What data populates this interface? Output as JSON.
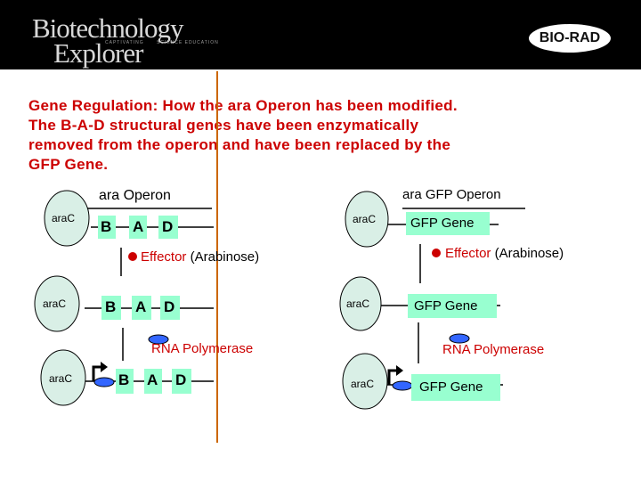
{
  "header": {
    "logo_line1": "Biotechnology",
    "logo_line2": "Explorer",
    "tagline1": "CAPTIVATING",
    "tagline2": "SCIENCE EDUCATION",
    "brand": "BIO-RAD",
    "bg_color": "#000000"
  },
  "title": {
    "line1": "Gene Regulation:  How the ara Operon has been modified.",
    "line2": "The B-A-D structural genes have been enzymatically",
    "line3": "removed from the operon and have been replaced by the",
    "line4": "GFP Gene.",
    "color": "#cc0000"
  },
  "left": {
    "heading": "ara Operon",
    "araC": "araC",
    "gene_b": "B",
    "gene_a": "A",
    "gene_d": "D",
    "effector_word": "Effector",
    "effector_paren": "(Arabinose)",
    "polymerase": "RNA Polymerase"
  },
  "right": {
    "heading": "ara GFP Operon",
    "araC": "araC",
    "gfp_gene": "GFP Gene",
    "effector_word": "Effector",
    "effector_paren": "(Arabinose)",
    "polymerase": "RNA Polymerase"
  },
  "colors": {
    "protein_fill": "#d9efe6",
    "gene_fill": "#98ffd0",
    "effector": "#cc0000",
    "polymerase": "#3366ff",
    "divider": "#cc6600",
    "red_text": "#cc0000"
  }
}
